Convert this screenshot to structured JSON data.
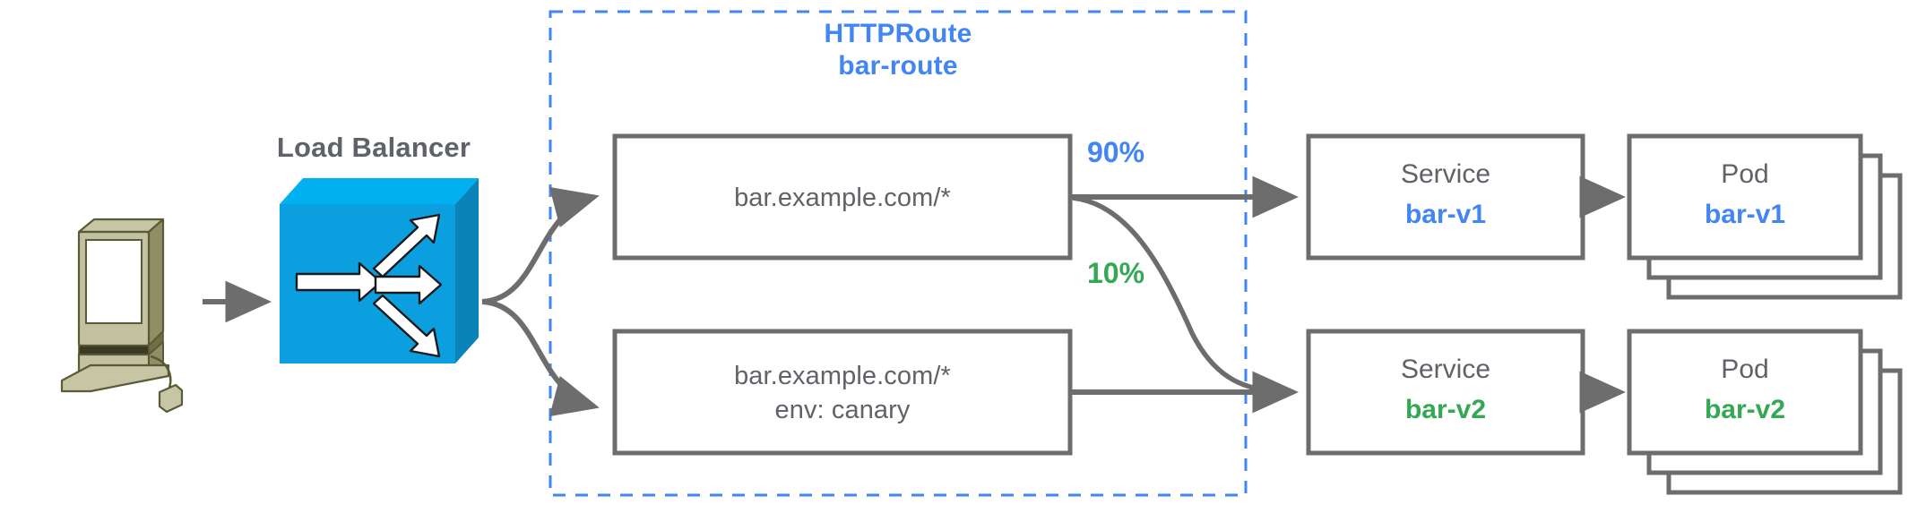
{
  "diagram": {
    "title_client": "Load Balancer",
    "httproute": {
      "kind": "HTTPRoute",
      "name": "bar-route"
    },
    "rules": [
      {
        "id": "rule-primary",
        "lines": [
          "bar.example.com/*"
        ]
      },
      {
        "id": "rule-canary",
        "lines": [
          "bar.example.com/*",
          "env: canary"
        ]
      }
    ],
    "weights": [
      {
        "value": "90%",
        "color": "#4285f4"
      },
      {
        "value": "10%",
        "color": "#34a853"
      }
    ],
    "backends": [
      {
        "service_kind": "Service",
        "service_name": "bar-v1",
        "pod_kind": "Pod",
        "pod_name": "bar-v1",
        "color": "#4285f4"
      },
      {
        "service_kind": "Service",
        "service_name": "bar-v2",
        "pod_kind": "Pod",
        "pod_name": "bar-v2",
        "color": "#34a853"
      }
    ],
    "icons": {
      "client": "desktop-computer-icon",
      "loadbalancer": "load-balancer-switch-icon"
    },
    "colors": {
      "blue": "#4285f4",
      "green": "#34a853",
      "gray": "#5f6368",
      "stroke": "#6d6d6d",
      "dashed_border": "#4285f4",
      "lb_front": "#0b9fe0",
      "lb_top": "#00b0f0",
      "lb_side": "#0a83bb",
      "monitor": "#b5b58f"
    }
  }
}
